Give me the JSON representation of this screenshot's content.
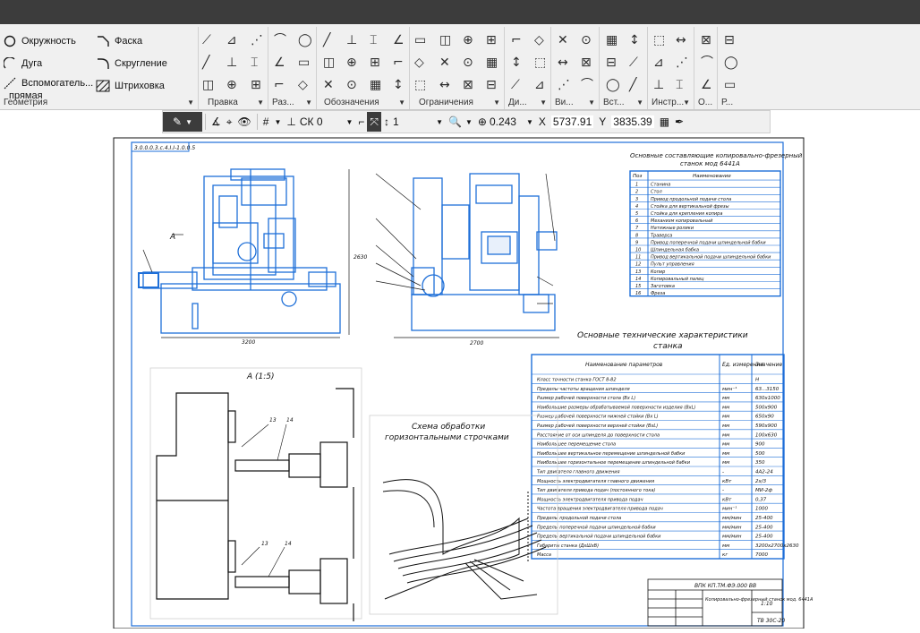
{
  "ribbon": {
    "groups": [
      {
        "label": "Геометрия"
      },
      {
        "label": "Правка"
      },
      {
        "label": "Раз..."
      },
      {
        "label": "Обозначения"
      },
      {
        "label": "Ограничения"
      },
      {
        "label": "Ди..."
      },
      {
        "label": "Ви..."
      },
      {
        "label": "Вст..."
      },
      {
        "label": "Инстр..."
      },
      {
        "label": "О..."
      },
      {
        "label": "Р..."
      }
    ],
    "geometry_buttons": [
      "Окружность",
      "Дуга",
      "Вспомогатель...",
      "прямая",
      "Фаска",
      "Скругление",
      "Штриховка"
    ]
  },
  "toolbar2": {
    "cs_value": "СК 0",
    "style_value": "1",
    "zoom_value": "0.243",
    "x_label": "X",
    "x_value": "5737.91",
    "y_label": "Y",
    "y_value": "3835.39"
  },
  "drawing": {
    "stamp_top": "3.0.0.0.3.c.4.I.I-1.0.0.5",
    "table1_title_1": "Основные составляющие копировально-фрезерный",
    "table1_title_2": "станок мод 6441А",
    "table1_header": [
      "Поз",
      "Наименование"
    ],
    "table1_rows": [
      [
        "1",
        "Станина"
      ],
      [
        "2",
        "Стол"
      ],
      [
        "3",
        "Привод продольной подачи стола"
      ],
      [
        "4",
        "Стойка для вертикальной фрезы"
      ],
      [
        "5",
        "Стойка для крепления копира"
      ],
      [
        "6",
        "Механизм копировальный"
      ],
      [
        "7",
        "Натяжные ролики"
      ],
      [
        "8",
        "Траверса"
      ],
      [
        "9",
        "Привод поперечной подачи шпиндельной бабки"
      ],
      [
        "10",
        "Шпиндельная бабка"
      ],
      [
        "11",
        "Привод вертикальной подачи шпиндельной бабки"
      ],
      [
        "12",
        "Пульт управления"
      ],
      [
        "13",
        "Копир"
      ],
      [
        "14",
        "Копировальный палец"
      ],
      [
        "15",
        "Заготовка"
      ],
      [
        "16",
        "Фреза"
      ]
    ],
    "table2_title_1": "Основные технические характеристики",
    "table2_title_2": "станка",
    "table2_header": [
      "Наименование параметров",
      "Ед. измерения",
      "Значение"
    ],
    "table2_rows": [
      [
        "Класс точности станка ГОСТ 8-82",
        "",
        "Н"
      ],
      [
        "Пределы частоты вращения шпинделя",
        "мин⁻¹",
        "63...3150"
      ],
      [
        "Размер рабочей поверхности стола (Вх L)",
        "мм",
        "630х1000"
      ],
      [
        "Наибольшие размеры обрабатываемой поверхности изделия (ВхL)",
        "мм",
        "500х900"
      ],
      [
        "Размер рабочей поверхности нижней стойки (Вх L)",
        "мм",
        "650х90"
      ],
      [
        "Размер рабочей поверхности верхней стойки (ВхL)",
        "мм",
        "590х900"
      ],
      [
        "Расстояние от оси шпинделя до поверхности стола",
        "мм",
        "100х630"
      ],
      [
        "Наибольшее перемещение стола",
        "мм",
        "900"
      ],
      [
        "Наибольшее вертикальное перемещение шпиндельной бабки",
        "мм",
        "500"
      ],
      [
        "Наибольшее горизонтальное перемещение шпиндельной бабки",
        "мм",
        "350"
      ],
      [
        "Тип двигателя главного движения",
        "-",
        "4А2-24"
      ],
      [
        "Мощность электродвигателя главного движения",
        "кВт",
        "2х/3"
      ],
      [
        "Тип двигателя привода подач (постоянного тока)",
        "-",
        "МИ-2ф"
      ],
      [
        "Мощность электродвигателя привода подач",
        "кВт",
        "0,37"
      ],
      [
        "Частота вращения электродвигателя привода подач",
        "мин⁻¹",
        "1000"
      ],
      [
        "Пределы продольной подачи стола",
        "мм/мин",
        "25-400"
      ],
      [
        "Пределы поперечной подачи шпиндельной бабки",
        "мм/мин",
        "25-400"
      ],
      [
        "Пределы вертикальной подачи шпиндельной бабки",
        "мм/мин",
        "25-400"
      ],
      [
        "Габариты станка (ДхШхВ)",
        "мм",
        "3200х2700х2630"
      ],
      [
        "Масса",
        "кг",
        "7000"
      ]
    ],
    "view_a_label": "A",
    "view_a_title": "А (1:5)",
    "scheme_title_1": "Схема обработки",
    "scheme_title_2": "горизонтальными строчками",
    "stamp_code": "ВПК КП.ТМ.ФЭ.000 ВВ",
    "stamp_name": "Копировально-фрезерный станок мод. 6441А",
    "stamp_sheet": "1:10",
    "stamp_org": "ТВ 30С-20",
    "dim_base": "3200",
    "dim_width": "2700",
    "dim_height": "2630",
    "callout_13": "13",
    "callout_14": "14"
  }
}
